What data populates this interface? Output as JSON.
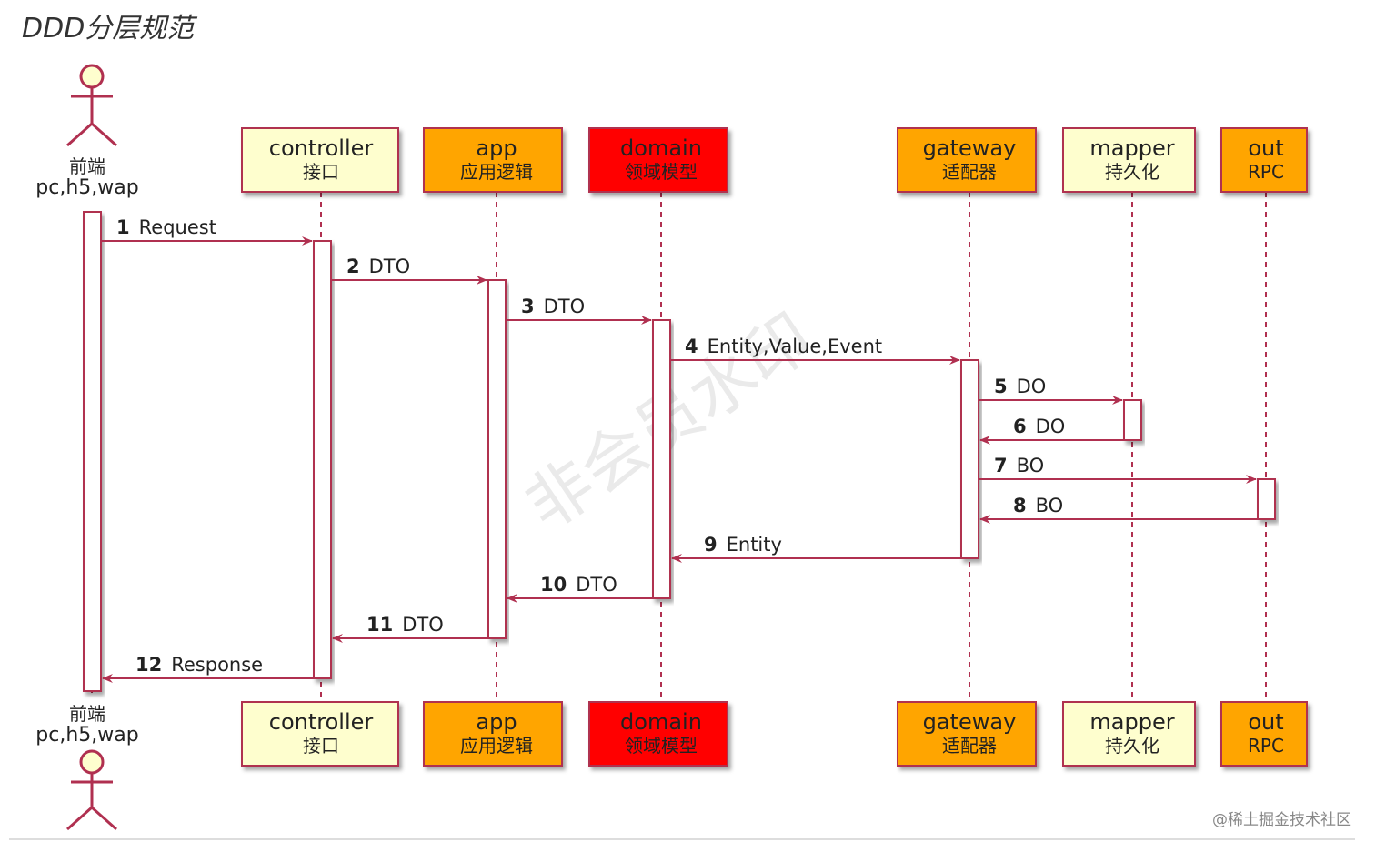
{
  "title": "DDD分层规范",
  "watermark": "非会员水印",
  "credit": "@稀土掘金技术社区",
  "colors": {
    "lifeline": "#b03050",
    "box_border": "#b03050",
    "client_fill": "#fefece",
    "orange_fill": "#ffa500",
    "red_fill": "#ff0000",
    "activation_fill": "#ffffff"
  },
  "actor": {
    "icon": "stick-figure-icon",
    "label_line1": "前端",
    "label_line2": "pc,h5,wap"
  },
  "participants": [
    {
      "id": "controller",
      "line1": "controller",
      "line2": "接口",
      "fill": "client_fill"
    },
    {
      "id": "app",
      "line1": "app",
      "line2": "应用逻辑",
      "fill": "orange_fill"
    },
    {
      "id": "domain",
      "line1": "domain",
      "line2": "领域模型",
      "fill": "red_fill"
    },
    {
      "id": "gateway",
      "line1": "gateway",
      "line2": "适配器",
      "fill": "orange_fill"
    },
    {
      "id": "mapper",
      "line1": "mapper",
      "line2": "持久化",
      "fill": "client_fill"
    },
    {
      "id": "out",
      "line1": "out",
      "line2": "RPC",
      "fill": "orange_fill"
    }
  ],
  "messages": [
    {
      "num": "1",
      "text": "Request",
      "from": "actor",
      "to": "controller"
    },
    {
      "num": "2",
      "text": "DTO",
      "from": "controller",
      "to": "app"
    },
    {
      "num": "3",
      "text": "DTO",
      "from": "app",
      "to": "domain"
    },
    {
      "num": "4",
      "text": "Entity,Value,Event",
      "from": "domain",
      "to": "gateway"
    },
    {
      "num": "5",
      "text": "DO",
      "from": "gateway",
      "to": "mapper"
    },
    {
      "num": "6",
      "text": "DO",
      "from": "mapper",
      "to": "gateway"
    },
    {
      "num": "7",
      "text": "BO",
      "from": "gateway",
      "to": "out"
    },
    {
      "num": "8",
      "text": "BO",
      "from": "out",
      "to": "gateway"
    },
    {
      "num": "9",
      "text": "Entity",
      "from": "gateway",
      "to": "domain"
    },
    {
      "num": "10",
      "text": "DTO",
      "from": "domain",
      "to": "app"
    },
    {
      "num": "11",
      "text": "DTO",
      "from": "app",
      "to": "controller"
    },
    {
      "num": "12",
      "text": "Response",
      "from": "controller",
      "to": "actor"
    }
  ]
}
